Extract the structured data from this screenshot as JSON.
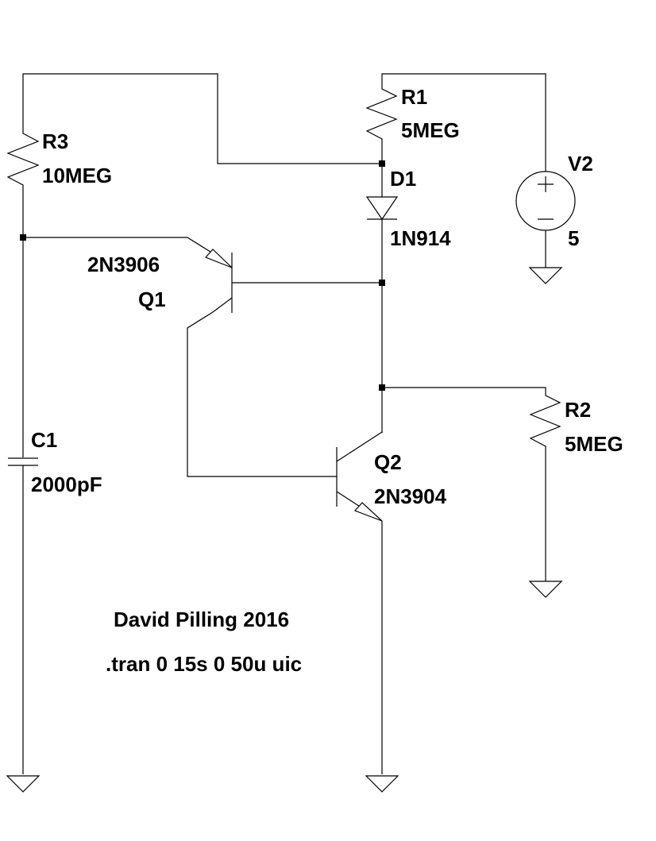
{
  "schematic": {
    "components": {
      "R3": {
        "ref": "R3",
        "value": "10MEG",
        "type": "resistor"
      },
      "R1": {
        "ref": "R1",
        "value": "5MEG",
        "type": "resistor"
      },
      "R2": {
        "ref": "R2",
        "value": "5MEG",
        "type": "resistor"
      },
      "D1": {
        "ref": "D1",
        "value": "1N914",
        "type": "diode"
      },
      "V2": {
        "ref": "V2",
        "value": "5",
        "type": "voltage-source"
      },
      "Q1": {
        "ref": "Q1",
        "value": "2N3906",
        "type": "pnp-transistor"
      },
      "Q2": {
        "ref": "Q2",
        "value": "2N3904",
        "type": "npn-transistor"
      },
      "C1": {
        "ref": "C1",
        "value": "2000pF",
        "type": "capacitor"
      }
    },
    "annotations": {
      "author": "David Pilling 2016",
      "directive": ".tran 0 15s 0 50u uic"
    }
  }
}
